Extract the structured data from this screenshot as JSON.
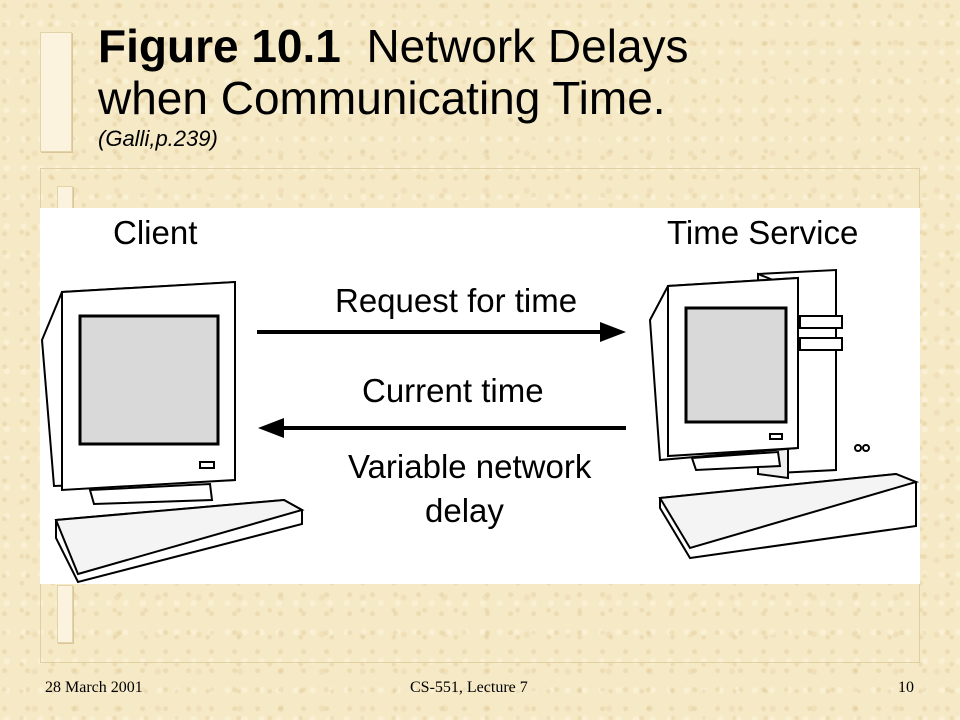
{
  "title": {
    "bold": "Figure 10.1",
    "rest": "Network Delays",
    "line2": "when Communicating Time.",
    "source": "(Galli,p.239)"
  },
  "diagram": {
    "client_label": "Client",
    "server_label": "Time Service",
    "request_label": "Request for time",
    "response_label": "Current time",
    "delay_label_1": "Variable network",
    "delay_label_2": "delay"
  },
  "footer": {
    "date": "28 March 2001",
    "course": "CS-551, Lecture 7",
    "page": "10"
  }
}
